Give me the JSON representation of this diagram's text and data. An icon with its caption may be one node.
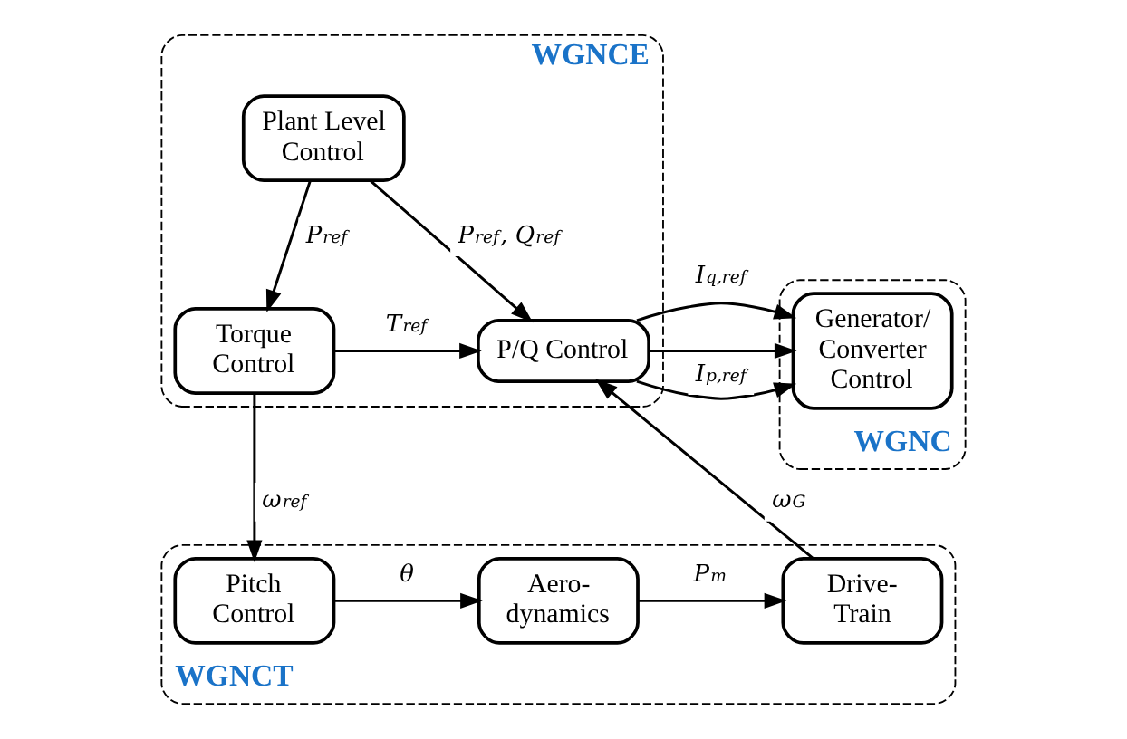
{
  "diagram": {
    "nodes": [
      {
        "text": [
          "WGNCE"
        ]
      },
      {
        "text": [
          "Plant Level Control"
        ],
        "in": 0
      },
      {
        "text": [
          "Torque Control"
        ],
        "in": 0
      },
      {
        "text": [
          "P/Q Control"
        ],
        "in": 0
      },
      {
        "text": [
          "WGNC"
        ]
      },
      {
        "text": [
          "Generator/ Converter Control"
        ],
        "in": 4
      },
      {
        "text": [
          "WGNCT"
        ]
      },
      {
        "text": [
          "Pitch Control"
        ],
        "in": 6
      },
      {
        "text": [
          "Aero- dynamics"
        ],
        "in": 6
      },
      {
        "text": [
          "Drive- Train"
        ],
        "in": 6
      }
    ],
    "edges": [
      {
        "from": 1,
        "to": 3,
        "arrow": "to",
        "label": "P$_{ref}$, Q$_{ref}$"
      },
      {
        "from": 1,
        "to": 2,
        "arrow": "to",
        "label": "P$_{ref}$"
      },
      {
        "from": 2,
        "to": 3,
        "arrow": "to",
        "label": "T$_{ref}$"
      },
      {
        "from": 3,
        "to": 5,
        "arrow": "to",
        "label": "I$_{p,ref}$"
      },
      {
        "from": 3,
        "to": 5,
        "arrow": "to",
        "label": "I$_{q,ref}$"
      },
      {
        "from": 2,
        "to": 7,
        "arrow": "to",
        "label": "ω$_{ref}$"
      },
      {
        "from": 7,
        "to": 8,
        "arrow": "to",
        "label": "θ"
      },
      {
        "from": 8,
        "to": 9,
        "arrow": "to",
        "label": "P$_{m}$"
      },
      {
        "from": 9,
        "to": 3,
        "arrow": "to",
        "label": "ω$_{G}$"
      }
    ]
  }
}
